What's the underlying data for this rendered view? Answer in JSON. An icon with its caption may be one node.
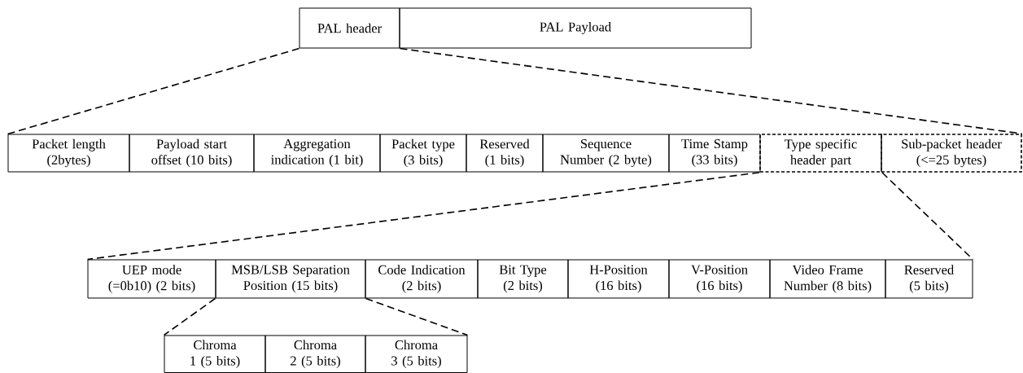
{
  "diagram": {
    "nodes": [
      {
        "text": [
          "PAL header"
        ]
      },
      {
        "text": [
          "PAL Payload"
        ]
      },
      {
        "text": [
          "Packet length (2bytes)"
        ]
      },
      {
        "text": [
          "Payload start offset (10 bits)"
        ]
      },
      {
        "text": [
          "Aggregation indication (1 bit)"
        ]
      },
      {
        "text": [
          "Packet type (3 bits)"
        ]
      },
      {
        "text": [
          "Reserved (1 bits)"
        ]
      },
      {
        "text": [
          "Sequence Number (2 byte)"
        ]
      },
      {
        "text": [
          "Time Stamp (33 bits)"
        ]
      },
      {
        "text": [
          "Type specific header part"
        ]
      },
      {
        "text": [
          "Sub-packet header (<=25 bytes)"
        ]
      },
      {
        "text": [
          "UEP mode (=0b10) (2 bits)"
        ]
      },
      {
        "text": [
          "MSB/LSB Separation Position (15 bits)"
        ]
      },
      {
        "text": [
          "Code Indication (2 bits)"
        ]
      },
      {
        "text": [
          "Bit Type (2 bits)"
        ]
      },
      {
        "text": [
          "H-Position (16 bits)"
        ]
      },
      {
        "text": [
          "V-Position (16 bits)"
        ]
      },
      {
        "text": [
          "Video Frame Number (8 bits)"
        ]
      },
      {
        "text": [
          "Reserved (5 bits)"
        ]
      },
      {
        "text": [
          "Chroma 1 (5 bits)"
        ]
      },
      {
        "text": [
          "Chroma 2 (5 bits)"
        ]
      },
      {
        "text": [
          "Chroma 3 (5 bits)"
        ]
      }
    ],
    "edges": [
      {
        "from": 0,
        "to": 2,
        "arrow": "none",
        "style": "dashed"
      },
      {
        "from": 0,
        "to": 10,
        "arrow": "none",
        "style": "dashed"
      },
      {
        "from": 9,
        "to": 11,
        "arrow": "none",
        "style": "dashed"
      },
      {
        "from": 9,
        "to": 18,
        "arrow": "none",
        "style": "dashed"
      },
      {
        "from": 12,
        "to": 19,
        "arrow": "none",
        "style": "dashed"
      },
      {
        "from": 12,
        "to": 21,
        "arrow": "none",
        "style": "dashed"
      }
    ]
  }
}
